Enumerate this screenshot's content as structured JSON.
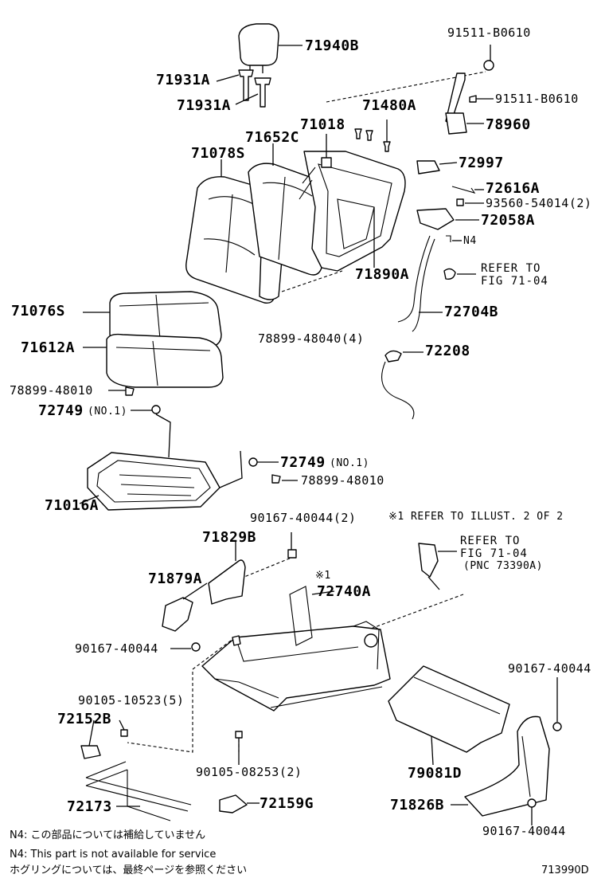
{
  "labels": {
    "l71940B": "71940B",
    "l91511a": "91511-B0610",
    "l71931A1": "71931A",
    "l71931A2": "71931A",
    "l91511b": "91511-B0610",
    "l71480A": "71480A",
    "l71018": "71018",
    "l71652C": "71652C",
    "l78960": "78960",
    "l71078S": "71078S",
    "l72997": "72997",
    "l72616A": "72616A",
    "l93560": "93560-54014(2)",
    "l72058A": "72058A",
    "lN4": "N4",
    "lRefer1a": "REFER TO",
    "lRefer1b": "FIG 71-04",
    "l71890A": "71890A",
    "l71076S": "71076S",
    "l72704B": "72704B",
    "l78899_48040": "78899-48040(4)",
    "l71612A": "71612A",
    "l72208": "72208",
    "l78899_48010a": "78899-48010",
    "l72749a": "72749",
    "l72749a_no": "(NO.1)",
    "l72749b": "72749",
    "l72749b_no": "(NO.1)",
    "l78899_48010b": "78899-48010",
    "l71016A": "71016A",
    "l90167_2": "90167-40044(2)",
    "lRefer2note": "※1 REFER TO ILLUST. 2 OF 2",
    "l71829B": "71829B",
    "lRefer2a": "REFER TO",
    "lRefer2b": "FIG 71-04",
    "lRefer2c": "(PNC 73390A)",
    "lStar1": "※1",
    "l72740A": "72740A",
    "l71879A": "71879A",
    "l90167a": "90167-40044",
    "l90167b": "90167-40044",
    "l90105_5": "90105-10523(5)",
    "l72152B": "72152B",
    "l79081D": "79081D",
    "l90105_2": "90105-08253(2)",
    "l71826B": "71826B",
    "l72173": "72173",
    "l72159G": "72159G",
    "l90167c": "90167-40044"
  },
  "notes": {
    "n4_jp": "N4: この部品については補給していません",
    "n4_en": "N4: This part is not available for service",
    "footer_jp": "ホグリングについては、最終ページを参照ください",
    "code": "713990D"
  }
}
